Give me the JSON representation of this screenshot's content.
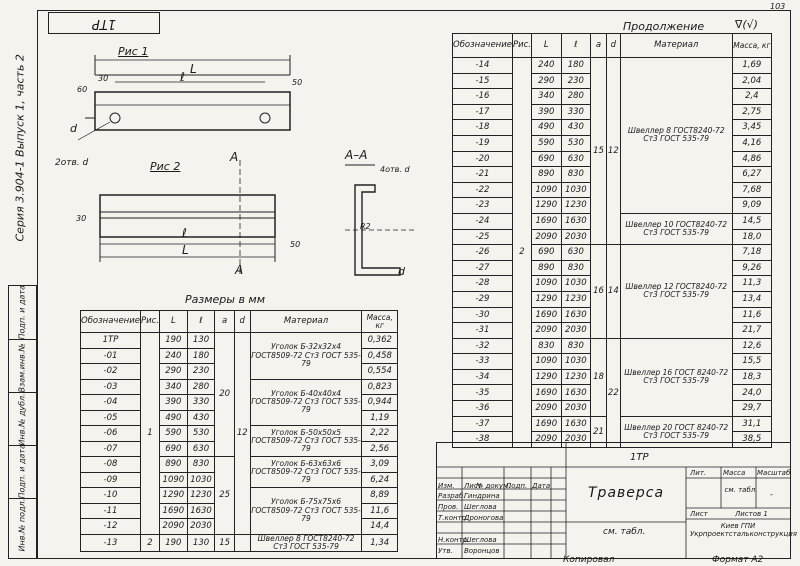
{
  "corner": {
    "code": "1ТР",
    "page_no": "103"
  },
  "series_label": "Серия 3.904-1  Выпуск 1, часть 2",
  "side_labels": [
    "Подп. и дата",
    "Взам.инв.№",
    "Инв.№ дубл.",
    "Подп. и дата",
    "Инв.№ подл."
  ],
  "fig1": {
    "title": "Рис 1",
    "L": "L",
    "l": "ℓ",
    "d": "d",
    "dim30": "30",
    "dim50": "50",
    "dim60": "60",
    "holes": "2отв. d"
  },
  "fig2": {
    "title": "Рис 2",
    "L": "L",
    "l": "ℓ",
    "A": "А",
    "dim30": "30",
    "dim50": "50"
  },
  "section": {
    "title": "А–А",
    "holes": "4отв. d",
    "dim": "d",
    "r": "R2"
  },
  "sizes_title": "Размеры в мм",
  "left_table": {
    "headers": [
      "Обозначение",
      "Рис.",
      "L",
      "ℓ",
      "a",
      "d",
      "Материал",
      "Масса, кг"
    ],
    "rows": [
      [
        "1ТР",
        "",
        "190",
        "130",
        "",
        "",
        "",
        "0,362"
      ],
      [
        "-01",
        "",
        "240",
        "180",
        "",
        "",
        "",
        "0,458"
      ],
      [
        "-02",
        "",
        "290",
        "230",
        "",
        "",
        "",
        "0,554"
      ],
      [
        "-03",
        "",
        "340",
        "280",
        "",
        "",
        "",
        "0,823"
      ],
      [
        "-04",
        "",
        "390",
        "330",
        "",
        "",
        "",
        "0,944"
      ],
      [
        "-05",
        "",
        "490",
        "430",
        "",
        "",
        "",
        "1,19"
      ],
      [
        "-06",
        "",
        "590",
        "530",
        "",
        "",
        "",
        "2,22"
      ],
      [
        "-07",
        "",
        "690",
        "630",
        "",
        "",
        "",
        "2,56"
      ],
      [
        "-08",
        "",
        "890",
        "830",
        "",
        "",
        "",
        "3,09"
      ],
      [
        "-09",
        "",
        "1090",
        "1030",
        "",
        "",
        "",
        "6,24"
      ],
      [
        "-10",
        "",
        "1290",
        "1230",
        "",
        "",
        "",
        "8,89"
      ],
      [
        "-11",
        "",
        "1690",
        "1630",
        "",
        "",
        "",
        "11,6"
      ],
      [
        "-12",
        "",
        "2090",
        "2030",
        "",
        "",
        "",
        "14,4"
      ],
      [
        "-13",
        "2",
        "190",
        "130",
        "15",
        "",
        "",
        "1,34"
      ]
    ],
    "ris_main": "1",
    "a_groups": [
      "20",
      "25"
    ],
    "d_main": "12",
    "materials": [
      "Уголок Б-32х32х4 ГОСТ8509-72 Ст3 ГОСТ 535-79",
      "Уголок Б-40х40х4 ГОСТ8509-72 Ст3 ГОСТ 535-79",
      "Уголок Б-50х50х5 ГОСТ8509-72 Ст3 ГОСТ 535-79",
      "Уголок Б-63х63х6 ГОСТ8509-72 Ст3 ГОСТ 535-79",
      "Уголок Б-75х75х6 ГОСТ8509-72 Ст3 ГОСТ 535-79",
      "Швеллер 8 ГОСТ8240-72 Ст3 ГОСТ 535-79"
    ]
  },
  "continuation_title": "Продолжение",
  "continuation_mark": "∇(√)",
  "right_table": {
    "headers": [
      "Обозначение",
      "Рис.",
      "L",
      "ℓ",
      "a",
      "d",
      "Материал",
      "Масса, кг"
    ],
    "rows": [
      [
        "-14",
        "240",
        "180",
        "1,69"
      ],
      [
        "-15",
        "290",
        "230",
        "2,04"
      ],
      [
        "-16",
        "340",
        "280",
        "2,4"
      ],
      [
        "-17",
        "390",
        "330",
        "2,75"
      ],
      [
        "-18",
        "490",
        "430",
        "3,45"
      ],
      [
        "-19",
        "590",
        "530",
        "4,16"
      ],
      [
        "-20",
        "690",
        "630",
        "4,86"
      ],
      [
        "-21",
        "890",
        "830",
        "6,27"
      ],
      [
        "-22",
        "1090",
        "1030",
        "7,68"
      ],
      [
        "-23",
        "1290",
        "1230",
        "9,09"
      ],
      [
        "-24",
        "1690",
        "1630",
        "14,5"
      ],
      [
        "-25",
        "2090",
        "2030",
        "18,0"
      ],
      [
        "-26",
        "690",
        "630",
        "7,18"
      ],
      [
        "-27",
        "890",
        "830",
        "9,26"
      ],
      [
        "-28",
        "1090",
        "1030",
        "11,3"
      ],
      [
        "-29",
        "1290",
        "1230",
        "13,4"
      ],
      [
        "-30",
        "1690",
        "1630",
        "11,6"
      ],
      [
        "-31",
        "2090",
        "2030",
        "21,7"
      ],
      [
        "-32",
        "830",
        "830",
        "12,6"
      ],
      [
        "-33",
        "1090",
        "1030",
        "15,5"
      ],
      [
        "-34",
        "1290",
        "1230",
        "18,3"
      ],
      [
        "-35",
        "1690",
        "1630",
        "24,0"
      ],
      [
        "-36",
        "2090",
        "2030",
        "29,7"
      ],
      [
        "-37",
        "1690",
        "1630",
        "31,1"
      ],
      [
        "-38",
        "2090",
        "2030",
        "38,5"
      ]
    ],
    "ris_main": "2",
    "a_groups": [
      "15",
      "16",
      "18",
      "21"
    ],
    "d_groups": [
      "12",
      "14",
      "22"
    ],
    "materials": [
      "Швеллер 8 ГОСТ8240-72 Ст3 ГОСТ 535-79",
      "Швеллер 10 ГОСТ8240-72 Ст3 ГОСТ 535-79",
      "Швеллер 12 ГОСТ8240-72 Ст3 ГОСТ 535-79",
      "Швеллер 16 ГОСТ 8240-72 Ст3 ГОСТ 535-79",
      "Швеллер 20 ГОСТ 8240-72 Ст3 ГОСТ 535-79"
    ]
  },
  "title_block": {
    "code": "1ТР",
    "name": "Траверса",
    "material": "см. табл.",
    "hdr": [
      "Изм.",
      "Лист",
      "№ докум.",
      "Подп.",
      "Дата"
    ],
    "roles": [
      "Разраб.",
      "Пров.",
      "Т.контр.",
      "",
      "Н.контр.",
      "Утв."
    ],
    "names": [
      "Гиндрина",
      "Шеглова",
      "Дроногова",
      "",
      "Шеглова",
      "Воронцов"
    ],
    "lit": "Лит.",
    "mass": "Масса",
    "scale": "Масштаб",
    "mass_val": "см. табл.",
    "scale_val": "-",
    "sheet": "Лист",
    "sheets": "Листов 1",
    "org": "Киев ГПИ Укрпроектстальконструкция"
  },
  "footer": {
    "copied": "Копировал",
    "format": "Формат А2"
  }
}
